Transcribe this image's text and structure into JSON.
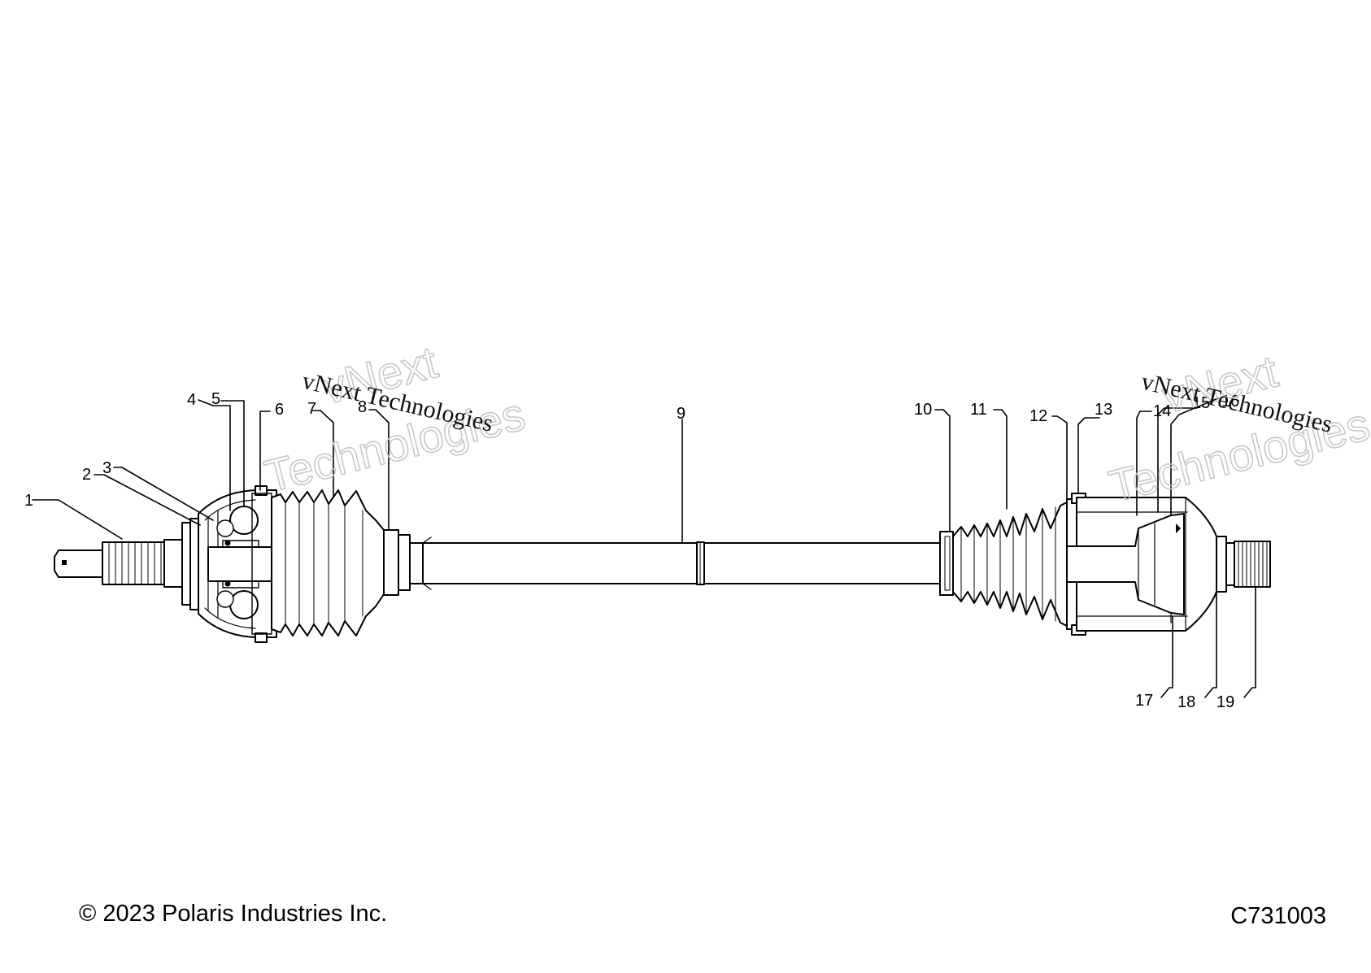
{
  "watermarks": {
    "left": {
      "outline_line1": "vNext",
      "outline_line2": "Technologies",
      "serif_line": "vNext Technologies"
    },
    "right": {
      "outline_line1": "vNext",
      "outline_line2": "Technologies",
      "serif_line": "vNext Technologies"
    }
  },
  "callouts": [
    "1",
    "2",
    "3",
    "4",
    "5",
    "6",
    "7",
    "8",
    "9",
    "10",
    "11",
    "12",
    "13",
    "14",
    "15",
    "16",
    "17",
    "18",
    "19"
  ],
  "footer": {
    "copyright": "© 2023 Polaris Industries Inc.",
    "drawing_id": "C731003"
  }
}
